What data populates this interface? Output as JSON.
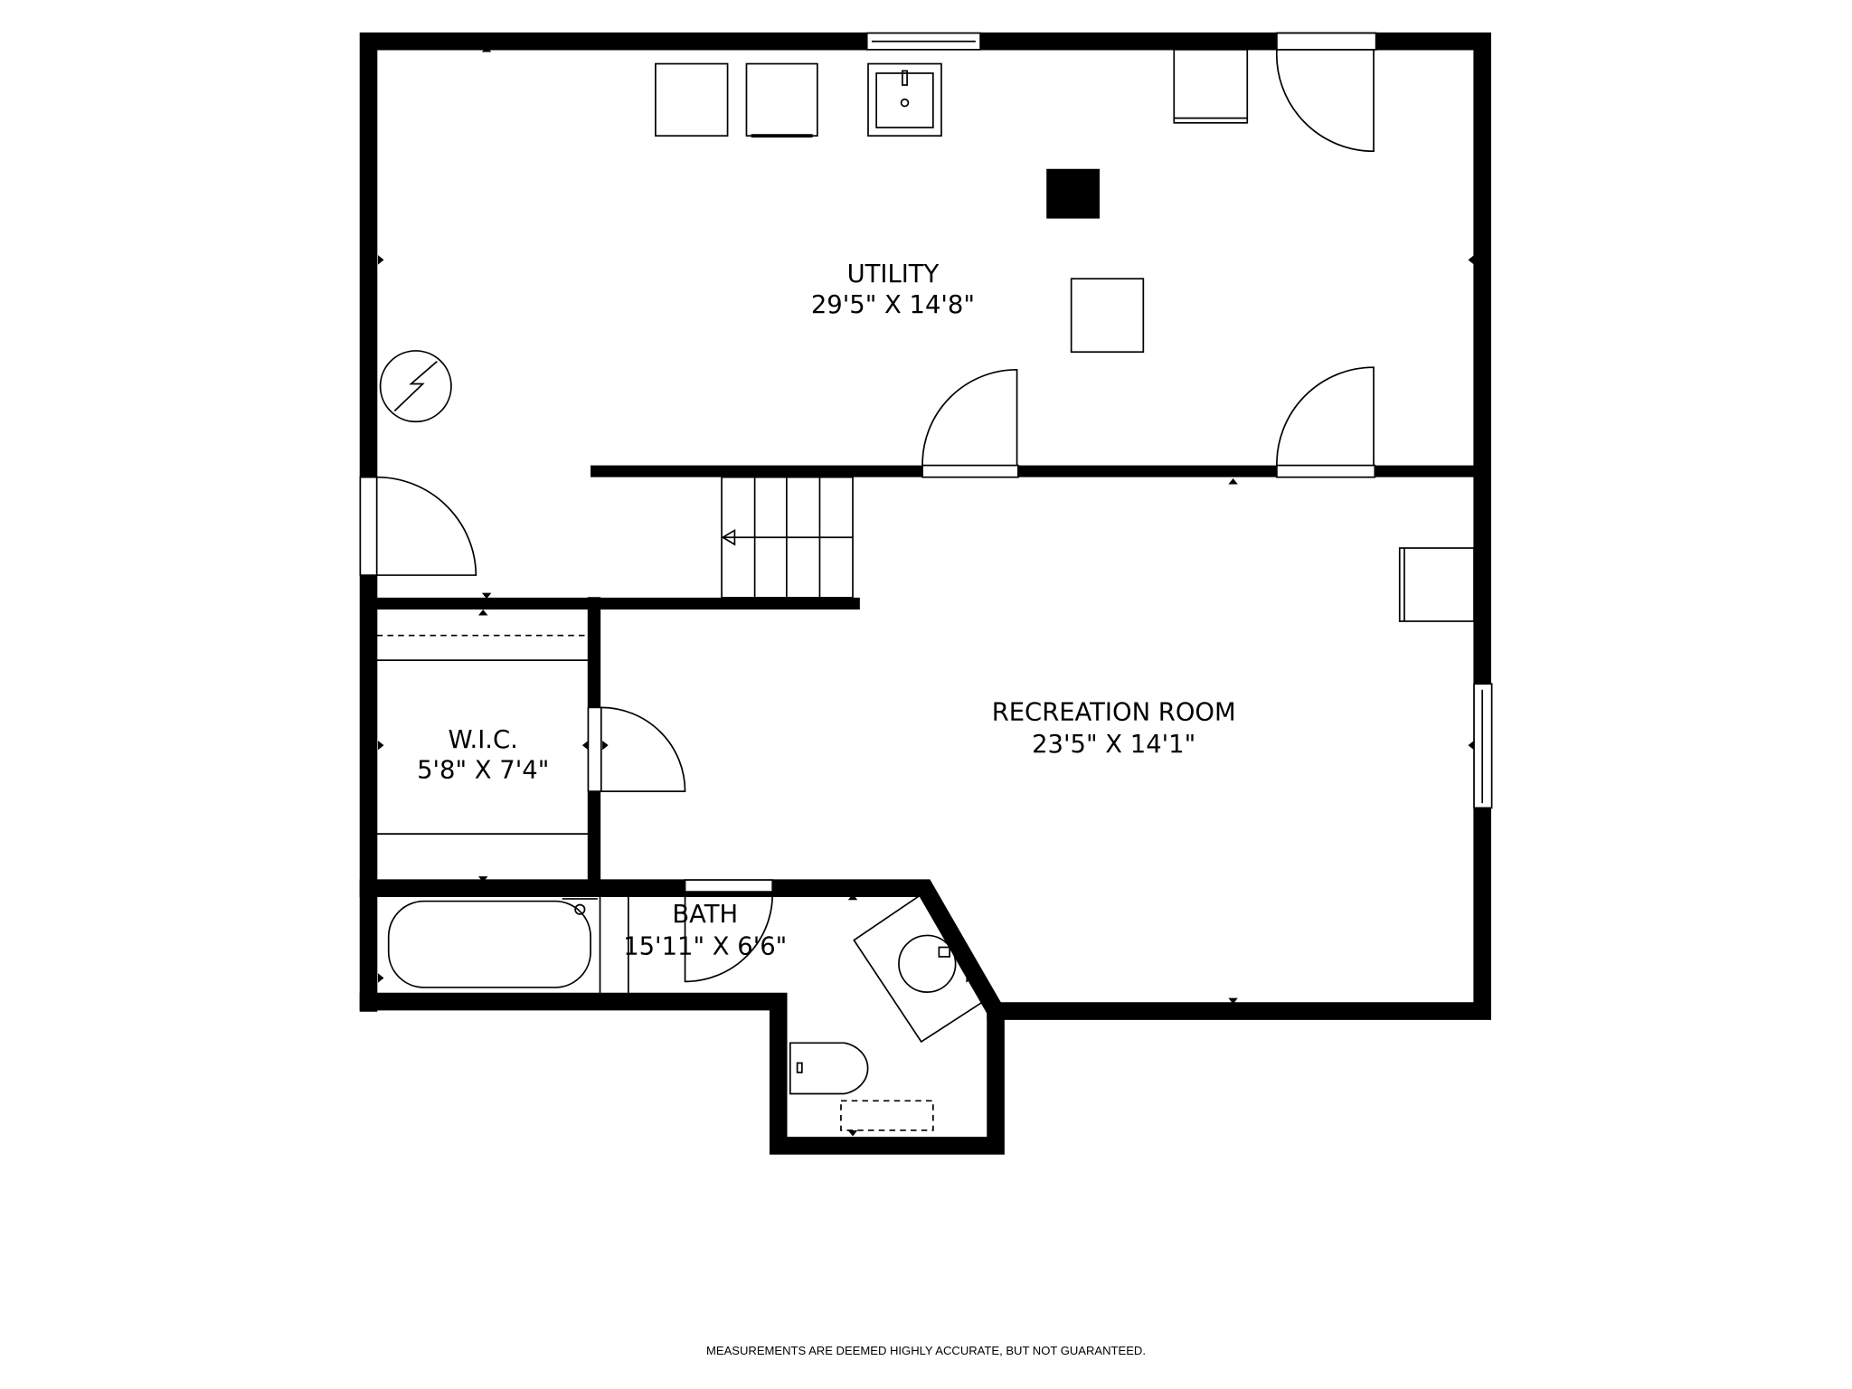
{
  "rooms": {
    "utility": {
      "name": "UTILITY",
      "dims": "29'5\" X 14'8\""
    },
    "recreation": {
      "name": "RECREATION ROOM",
      "dims": "23'5\" X 14'1\""
    },
    "wic": {
      "name": "W.I.C.",
      "dims": "5'8\" X 7'4\""
    },
    "bath": {
      "name": "BATH",
      "dims": "15'11\" X 6'6\""
    }
  },
  "footer": {
    "disclaimer": "MEASUREMENTS ARE DEEMED HIGHLY ACCURATE, BUT NOT GUARANTEED."
  },
  "colors": {
    "wall": "#000000",
    "background": "#ffffff"
  }
}
